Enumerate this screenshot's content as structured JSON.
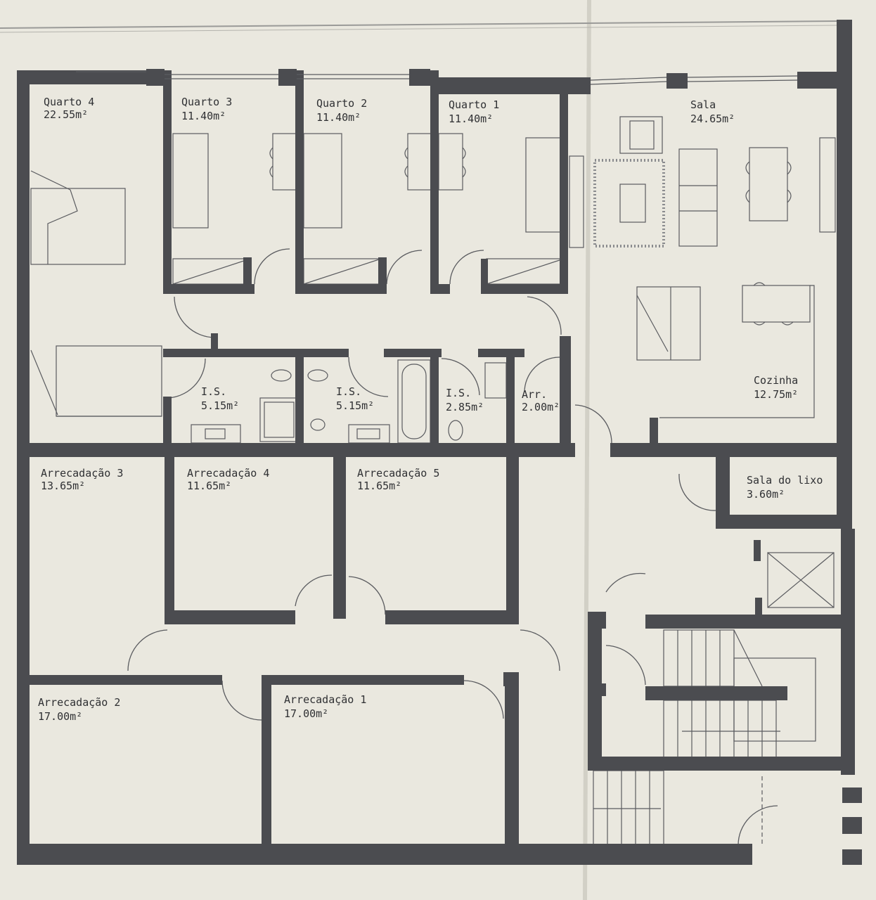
{
  "colors": {
    "paper": "#eae8df",
    "wall": "#4b4c50",
    "line": "#5a5b5f",
    "text": "#2f3033"
  },
  "rooms": [
    {
      "name": "Quarto 4",
      "area": "22.55m²"
    },
    {
      "name": "Quarto 3",
      "area": "11.40m²"
    },
    {
      "name": "Quarto 2",
      "area": "11.40m²"
    },
    {
      "name": "Quarto 1",
      "area": "11.40m²"
    },
    {
      "name": "Sala",
      "area": "24.65m²"
    },
    {
      "name": "I.S.",
      "area": "5.15m²"
    },
    {
      "name": "I.S.",
      "area": "5.15m²"
    },
    {
      "name": "I.S.",
      "area": "2.85m²"
    },
    {
      "name": "Arr.",
      "area": "2.00m²"
    },
    {
      "name": "Cozinha",
      "area": "12.75m²"
    },
    {
      "name": "Arrecadação 3",
      "area": "13.65m²"
    },
    {
      "name": "Arrecadação 4",
      "area": "11.65m²"
    },
    {
      "name": "Arrecadação 5",
      "area": "11.65m²"
    },
    {
      "name": "Sala do lixo",
      "area": "3.60m²"
    },
    {
      "name": "Arrecadação 2",
      "area": "17.00m²"
    },
    {
      "name": "Arrecadação 1",
      "area": "17.00m²"
    }
  ]
}
